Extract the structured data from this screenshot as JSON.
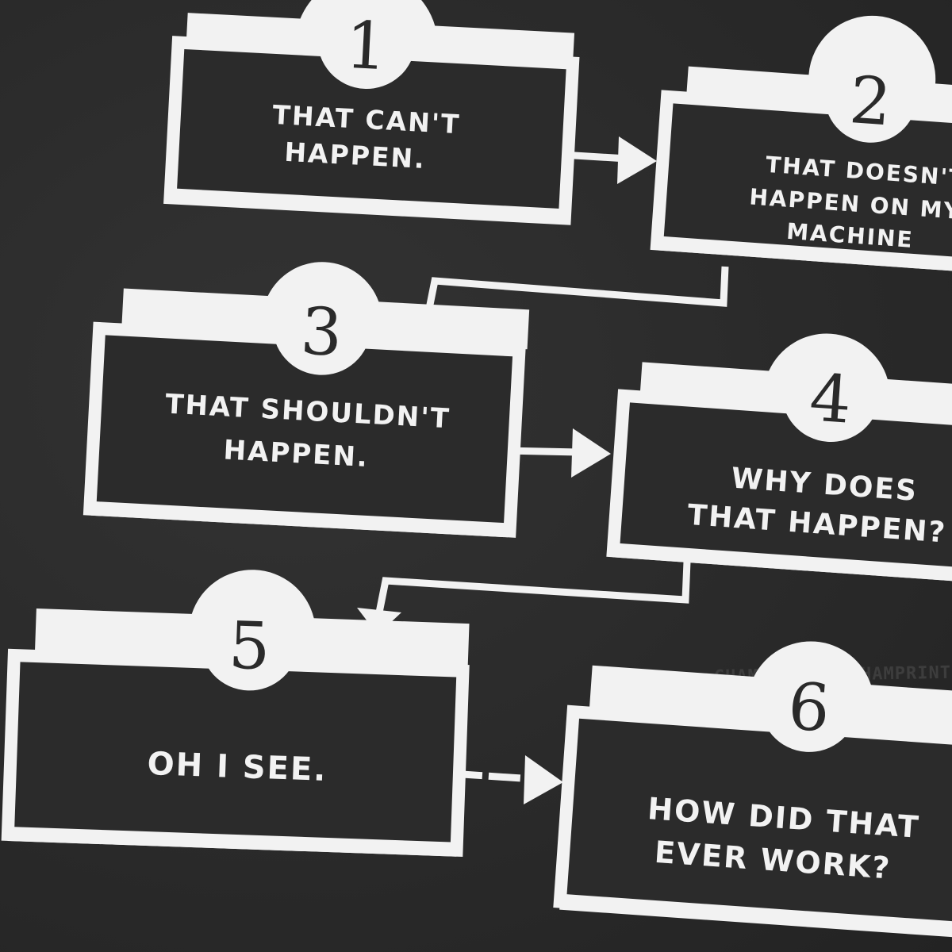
{
  "steps": [
    {
      "number": "1",
      "lines": [
        "THAT CAN'T",
        "HAPPEN."
      ]
    },
    {
      "number": "2",
      "lines": [
        "THAT DOESN'T",
        "HAPPEN ON MY",
        "MACHINE"
      ]
    },
    {
      "number": "3",
      "lines": [
        "THAT SHOULDN'T",
        "HAPPEN."
      ]
    },
    {
      "number": "4",
      "lines": [
        "WHY DOES",
        "THAT HAPPEN?"
      ]
    },
    {
      "number": "5",
      "lines": [
        "OH I SEE."
      ]
    },
    {
      "number": "6",
      "lines": [
        "HOW DID THAT",
        "EVER WORK?"
      ]
    }
  ],
  "watermark": "CHAMPRINT///CHAMPRINT///CHAMPRINT///",
  "colors": {
    "background": "#2b2b2b",
    "ink": "#f2f2f2"
  }
}
